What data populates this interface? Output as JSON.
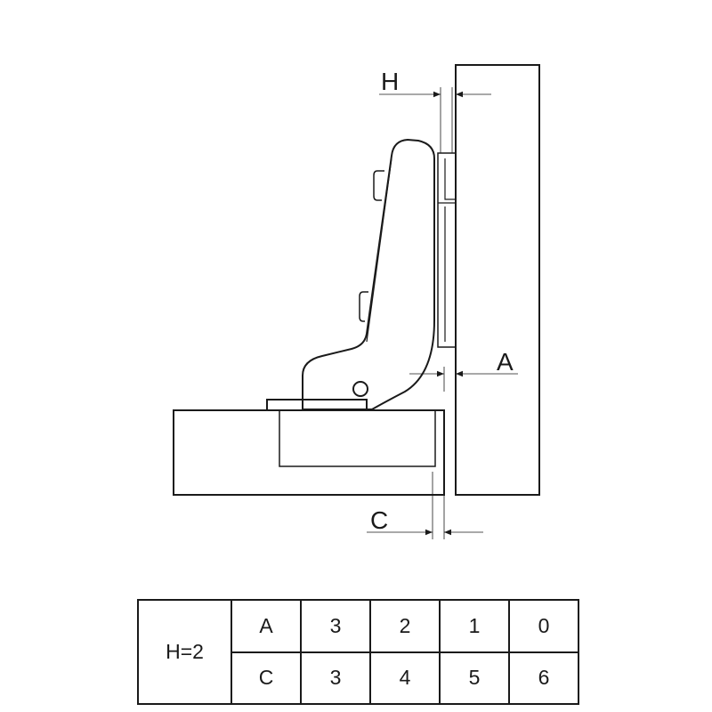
{
  "diagram": {
    "label_h": "H",
    "label_a": "A",
    "label_c": "C"
  },
  "table": {
    "row_header": "H=2",
    "rows": [
      {
        "name": "A",
        "values": [
          "3",
          "2",
          "1",
          "0"
        ]
      },
      {
        "name": "C",
        "values": [
          "3",
          "4",
          "5",
          "6"
        ]
      }
    ]
  }
}
